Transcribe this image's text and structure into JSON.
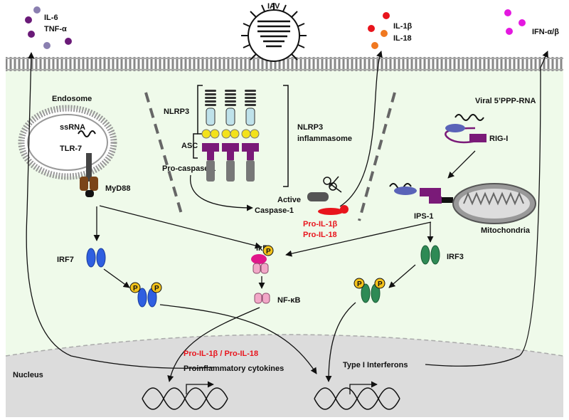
{
  "top": {
    "virus": "IAV",
    "secreted_left": [
      "IL-6",
      "TNF-α"
    ],
    "secreted_mid": [
      "IL-1β",
      "IL-18"
    ],
    "secreted_right": "IFN-α/β"
  },
  "endosome": {
    "title": "Endosome",
    "ligand": "ssRNA",
    "receptor": "TLR-7",
    "adaptor": "MyD88"
  },
  "inflammasome": {
    "sensor": "NLRP3",
    "adaptor": "ASC",
    "effector": "Pro-caspase-1",
    "complex_line1": "NLRP3",
    "complex_line2": "inflammasome",
    "active_line1": "Active",
    "active_line2": "Caspase-1",
    "substrate_1": "Pro-IL-1β",
    "substrate_2": "Pro-IL-18"
  },
  "rig": {
    "ligand": "Viral 5’PPP-RNA",
    "sensor": "RIG-I",
    "adaptor": "IPS-1",
    "organelle": "Mitochondria"
  },
  "signaling": {
    "ikb": "IκB",
    "nfkb": "NF-κB",
    "irf7": "IRF7",
    "irf3": "IRF3",
    "phospho": "P"
  },
  "nucleus": {
    "label": "Nucleus",
    "left_red": "Pro-IL-1β / Pro-IL-18",
    "left_genes": "Proinflammatory cytokines",
    "right_genes": "Type I Interferons"
  },
  "colors": {
    "cytoplasm": "#effaea",
    "nucleus": "#dcdcdc",
    "red": "#e8141c",
    "purple": "#7a1a78",
    "yellow": "#f3e21a",
    "blue": "#2f5fe0",
    "green": "#2e8a55",
    "pink": "#f2a8c8",
    "brown": "#7a4418"
  }
}
